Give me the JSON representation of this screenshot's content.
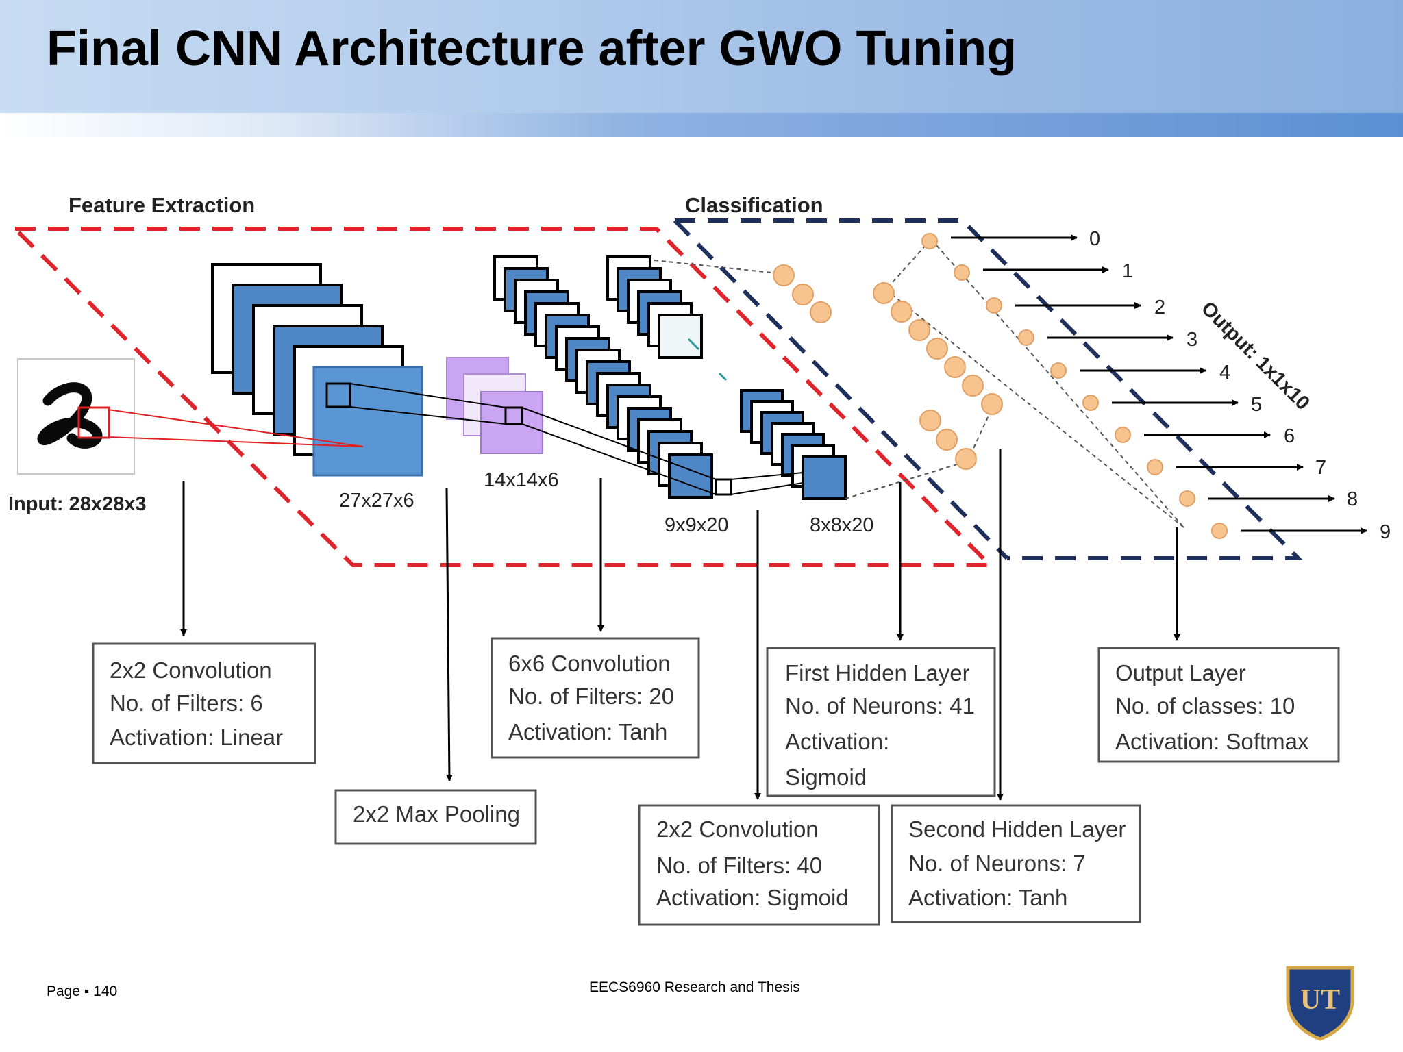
{
  "slide": {
    "title": "Final CNN Architecture after GWO Tuning",
    "page_number": "Page ▪ 140",
    "footer_course": "EECS6960 Research and Thesis",
    "logo_text": "UT"
  },
  "diagram": {
    "section_labels": {
      "feature_extraction": "Feature Extraction",
      "classification": "Classification",
      "output_label": "Output: 1x1x10"
    },
    "input_label": "Input: 28x28x3",
    "dimension_labels": {
      "conv1": "27x27x6",
      "pool": "14x14x6",
      "conv2": "9x9x20",
      "conv3": "8x8x20"
    },
    "output_classes": [
      "0",
      "1",
      "2",
      "3",
      "4",
      "5",
      "6",
      "7",
      "8",
      "9"
    ],
    "boxes": {
      "conv1": {
        "lines": [
          "2x2 Convolution",
          "No. of Filters: 6",
          "Activation: Linear"
        ]
      },
      "pool": {
        "lines": [
          "2x2 Max Pooling"
        ]
      },
      "conv2": {
        "lines": [
          "6x6 Convolution",
          "No. of Filters: 20",
          "Activation: Tanh"
        ]
      },
      "conv3": {
        "lines": [
          "2x2 Convolution",
          "No. of Filters: 40",
          "Activation: Sigmoid"
        ]
      },
      "hidden1": {
        "lines": [
          "First Hidden Layer",
          "No. of Neurons: 41",
          "Activation:",
          "Sigmoid"
        ]
      },
      "hidden2": {
        "lines": [
          "Second Hidden Layer",
          "No. of Neurons: 7",
          "Activation: Tanh"
        ]
      },
      "output": {
        "lines": [
          "Output Layer",
          "No. of classes: 10",
          "Activation: Softmax"
        ]
      }
    },
    "colors": {
      "feature_border": "#e0242b",
      "classification_border": "#1f2f5c",
      "feature_map_fill": "#4e86c6",
      "pool_fill": "#c9a5f2",
      "neuron_fill": "#f7c38e",
      "input_stroke": "#e02020"
    }
  }
}
